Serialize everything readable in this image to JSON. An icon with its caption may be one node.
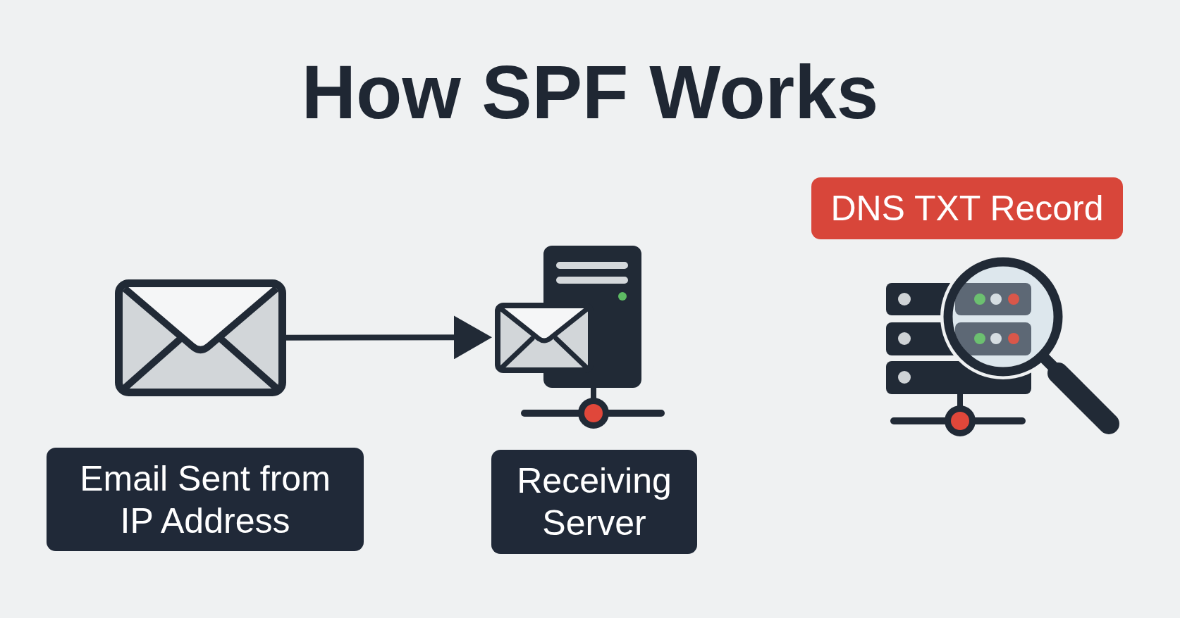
{
  "diagram": {
    "title": "How SPF Works",
    "nodes": [
      {
        "text": [],
        "shape": "picture"
      },
      {
        "text": [
          "Email Sent from IP Address"
        ]
      },
      {
        "text": [],
        "shape": "picture"
      },
      {
        "text": [
          "Receiving Server"
        ]
      },
      {
        "text": [
          "DNS TXT Record"
        ]
      },
      {
        "text": [],
        "shape": "picture"
      }
    ],
    "edges": [
      {
        "from": 0,
        "to": 2,
        "arrow": "to"
      }
    ]
  }
}
